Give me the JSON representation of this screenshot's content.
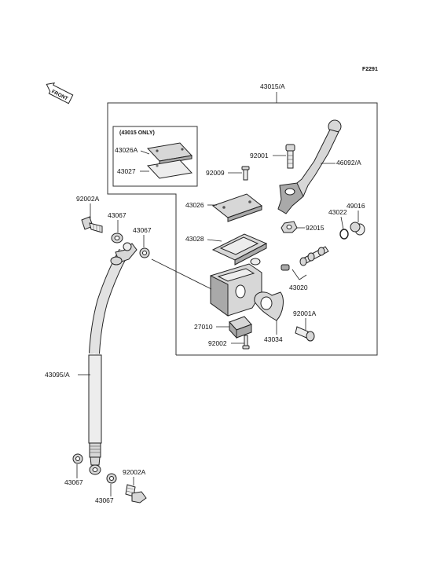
{
  "diagram_code": "F2291",
  "front_badge": "FRONT",
  "assembly_label": "43015/A",
  "inner_box_note": "(43015 ONLY)",
  "labels": {
    "p43026A": "43026A",
    "p43027": "43027",
    "p92001": "92001",
    "p92009": "92009",
    "p46092A": "46092/A",
    "p43026": "43026",
    "p49016": "49016",
    "p43022": "43022",
    "p92015": "92015",
    "p43028": "43028",
    "p43020": "43020",
    "p92001A": "92001A",
    "p27010": "27010",
    "p92002": "92002",
    "p43034": "43034",
    "p92002A_top": "92002A",
    "p43067_a": "43067",
    "p43067_b": "43067",
    "p43095A": "43095/A",
    "p43067_c": "43067",
    "p43067_d": "43067",
    "p92002A_bottom": "92002A"
  }
}
